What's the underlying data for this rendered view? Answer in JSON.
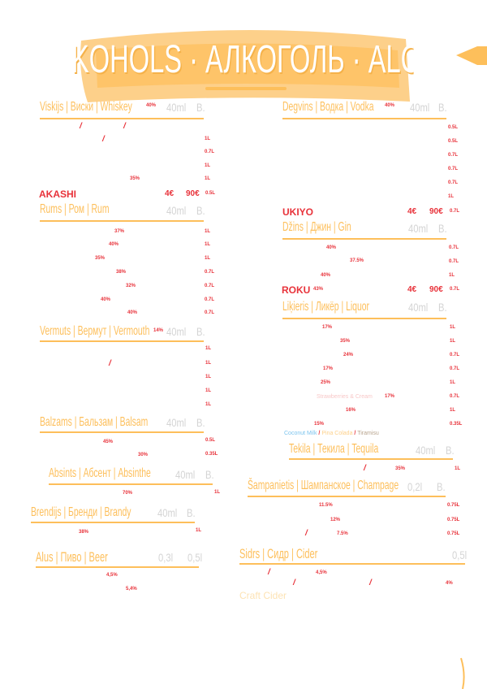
{
  "title": "KOHOLS · АЛКОГОЛЬ · ALCOH",
  "colors": {
    "accent": "#fdbf5b",
    "red": "#e8323a",
    "gray": "#d4d4d4"
  },
  "left": {
    "whiskey": {
      "title": "Viskijs | Виски | Whiskey",
      "abv": "40%",
      "c1": "40ml",
      "c2": "B.",
      "sizes": [
        "1L",
        "0.7L",
        "1L",
        "1L"
      ],
      "abv2": "35%",
      "slash": "/"
    },
    "akashi": {
      "name": "AKASHI",
      "p1": "4€",
      "p2": "90€",
      "size": "0.5L"
    },
    "rum": {
      "title": "Rums | Ром | Rum",
      "c1": "40ml",
      "c2": "B.",
      "abv": [
        "37%",
        "40%",
        "35%",
        "38%",
        "32%",
        "40%",
        "40%"
      ],
      "sizes": [
        "1L",
        "1L",
        "1L",
        "0.7L",
        "0.7L",
        "0.7L",
        "0.7L"
      ]
    },
    "vermouth": {
      "title": "Vermuts | Вермут | Vermouth",
      "abv": "14%",
      "c1": "40ml",
      "c2": "B.",
      "sizes": [
        "1L",
        "1L",
        "1L",
        "1L",
        "1L"
      ]
    },
    "balsam": {
      "title": "Balzams | Бальзам | Balsam",
      "c1": "40ml",
      "c2": "B.",
      "abv": [
        "45%",
        "30%"
      ],
      "sizes": [
        "0.5L",
        "0.35L"
      ]
    },
    "absinthe": {
      "title": "Absints | Абсент | Absinthe",
      "c1": "40ml",
      "c2": "B.",
      "abv": "70%",
      "size": "1L"
    },
    "brandy": {
      "title": "Brendijs | Бренди | Brandy",
      "c1": "40ml",
      "c2": "B.",
      "abv": "38%",
      "size": "1L"
    },
    "beer": {
      "title": "Alus | Пиво | Beer",
      "c1": "0,3l",
      "c2": "0,5l",
      "abv": [
        "4,5%",
        "5,4%"
      ]
    }
  },
  "right": {
    "vodka": {
      "title": "Degvins | Водка | Vodka",
      "abv": "40%",
      "c1": "40ml",
      "c2": "B.",
      "sizes": [
        "0.5L",
        "0.5L",
        "0.7L",
        "0.7L",
        "0.7L",
        "1L"
      ]
    },
    "ukiyo": {
      "name": "UKIYO",
      "p1": "4€",
      "p2": "90€",
      "size": "0.7L"
    },
    "gin": {
      "title": "Džins | Джин | Gin",
      "c1": "40ml",
      "c2": "B.",
      "abv": [
        "40%",
        "37.5%",
        "40%"
      ],
      "sizes": [
        "0.7L",
        "0.7L",
        "1L"
      ]
    },
    "roku": {
      "name": "ROKU",
      "abv": "43%",
      "p1": "4€",
      "p2": "90€",
      "size": "0.7L"
    },
    "liquor": {
      "title": "Liķieris | Ликёр | Liquor",
      "c1": "40ml",
      "c2": "B.",
      "abv": [
        "17%",
        "35%",
        "24%",
        "17%",
        "25%",
        "17%",
        "16%",
        "15%"
      ],
      "strawberries": "Strawberries & Cream",
      "sizes": [
        "1L",
        "1L",
        "0.7L",
        "0.7L",
        "1L",
        "0.7L",
        "1L",
        "0.35L"
      ],
      "flavors": [
        "Coconut Milk",
        "Pina Colada",
        "Tiramisu"
      ]
    },
    "tequila": {
      "title": "Tekila | Текила | Tequila",
      "c1": "40ml",
      "c2": "B.",
      "abv": "35%",
      "size": "1L"
    },
    "champagne": {
      "title": "Šampanietis | Шампанское | Champage",
      "c1": "0,2l",
      "c2": "B.",
      "abv": [
        "11.5%",
        "12%",
        "7.5%"
      ],
      "sizes": [
        "0.75L",
        "0.75L",
        "0.75L"
      ]
    },
    "cider": {
      "title": "Sidrs | Сидр | Cider",
      "c1": "0,5l",
      "abv": [
        "4,5%",
        "4%"
      ],
      "craft": "Craft Cider"
    }
  }
}
